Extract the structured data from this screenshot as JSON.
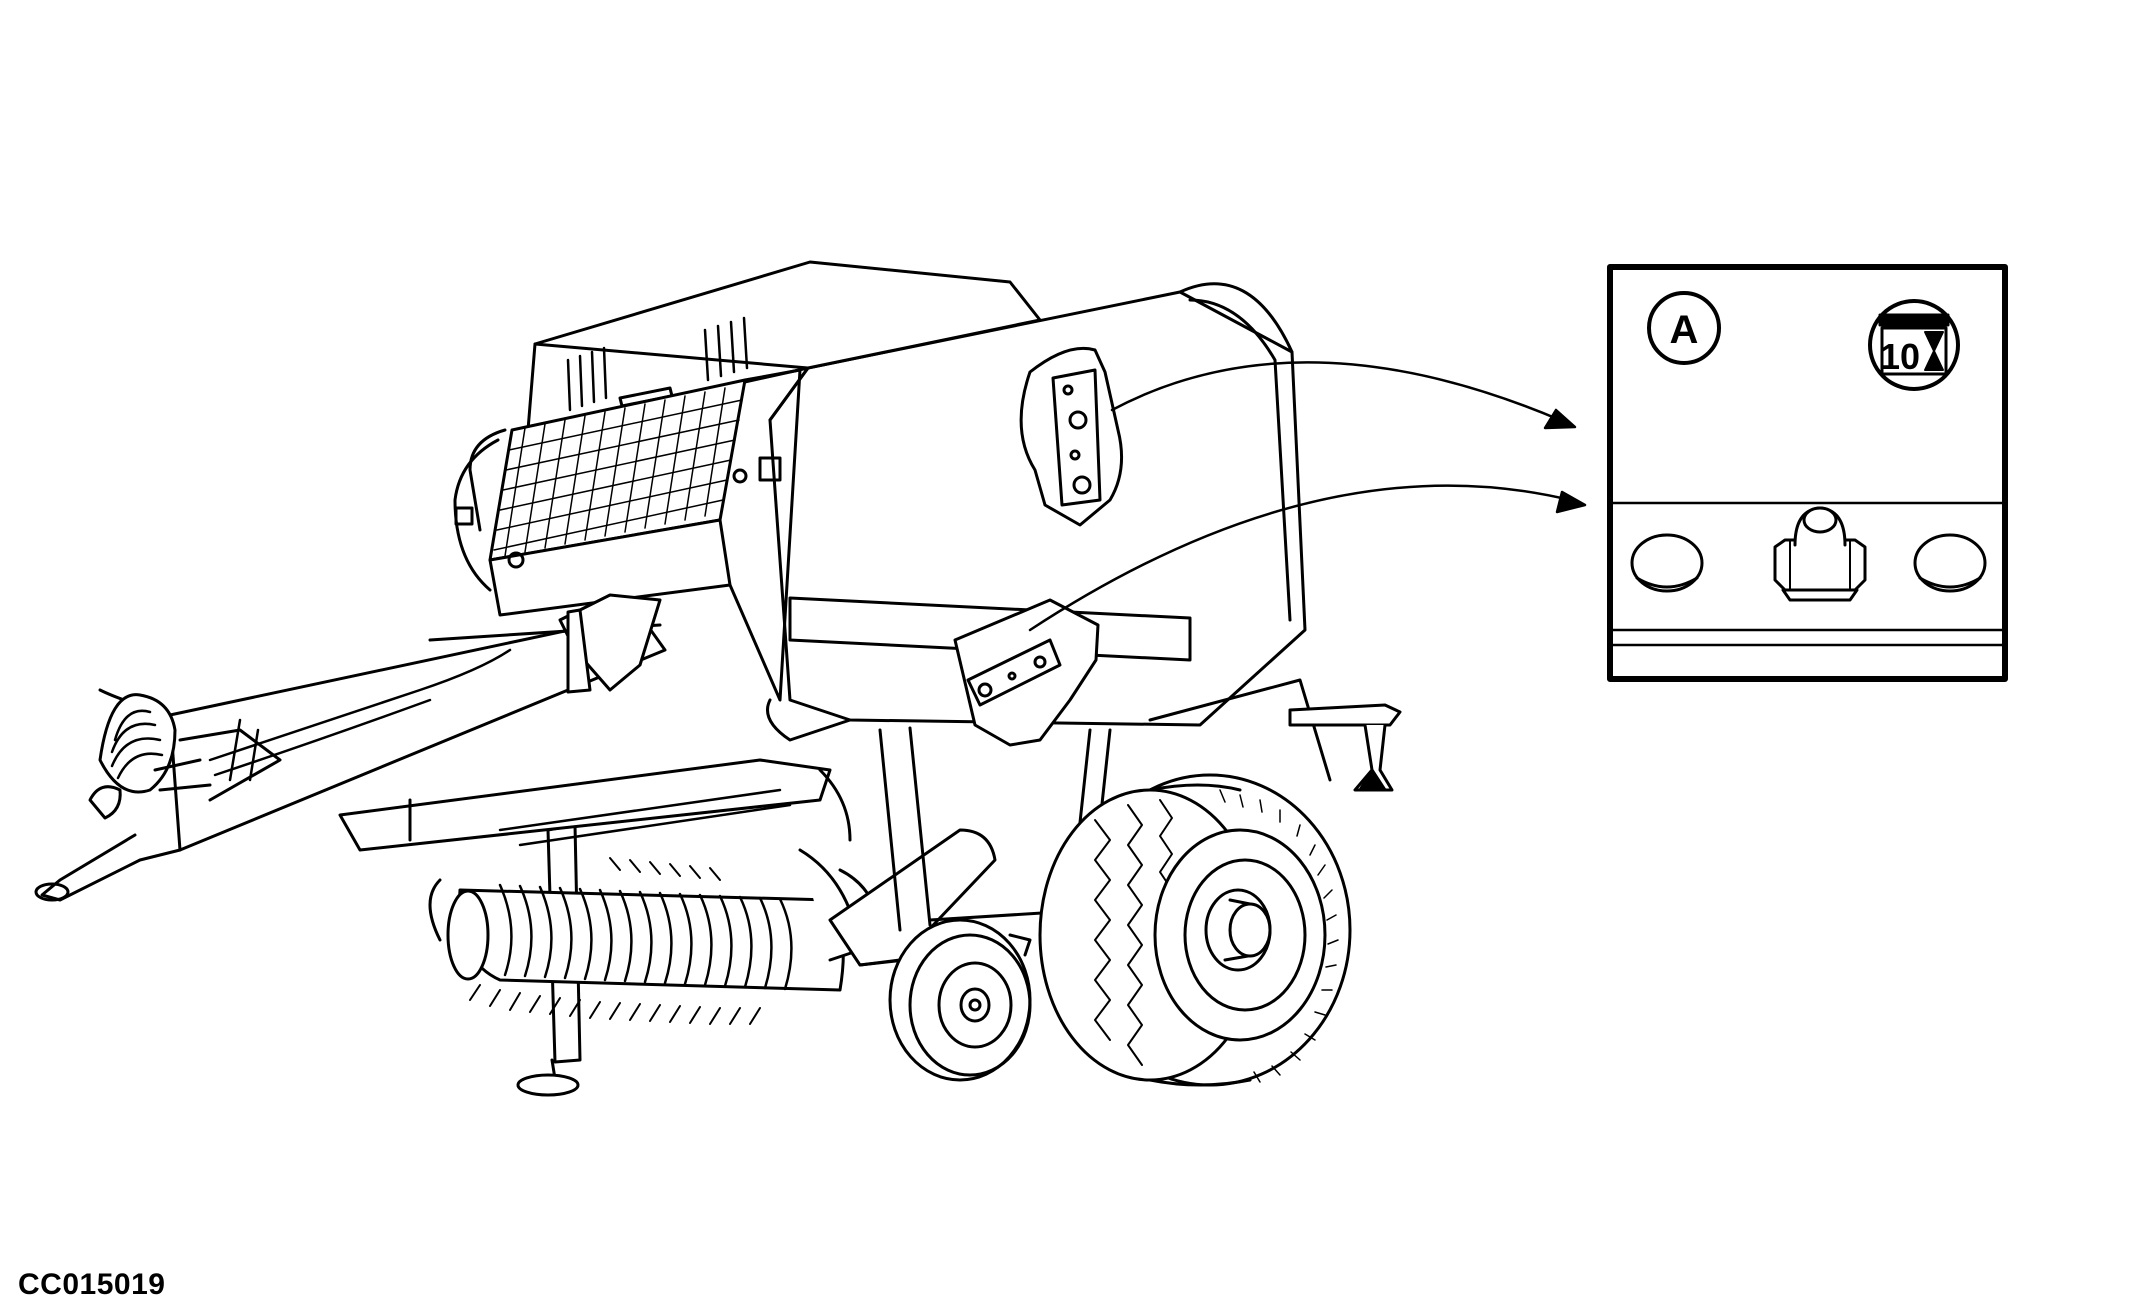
{
  "figure": {
    "reference_code": "CC015019",
    "detail_view": {
      "callout_label": "A",
      "lube_interval_badge": "10"
    },
    "icons": [
      "round-baler-illustration",
      "grease-fitting-icon",
      "lube-interval-badge-icon",
      "leader-arrow-icon"
    ]
  }
}
